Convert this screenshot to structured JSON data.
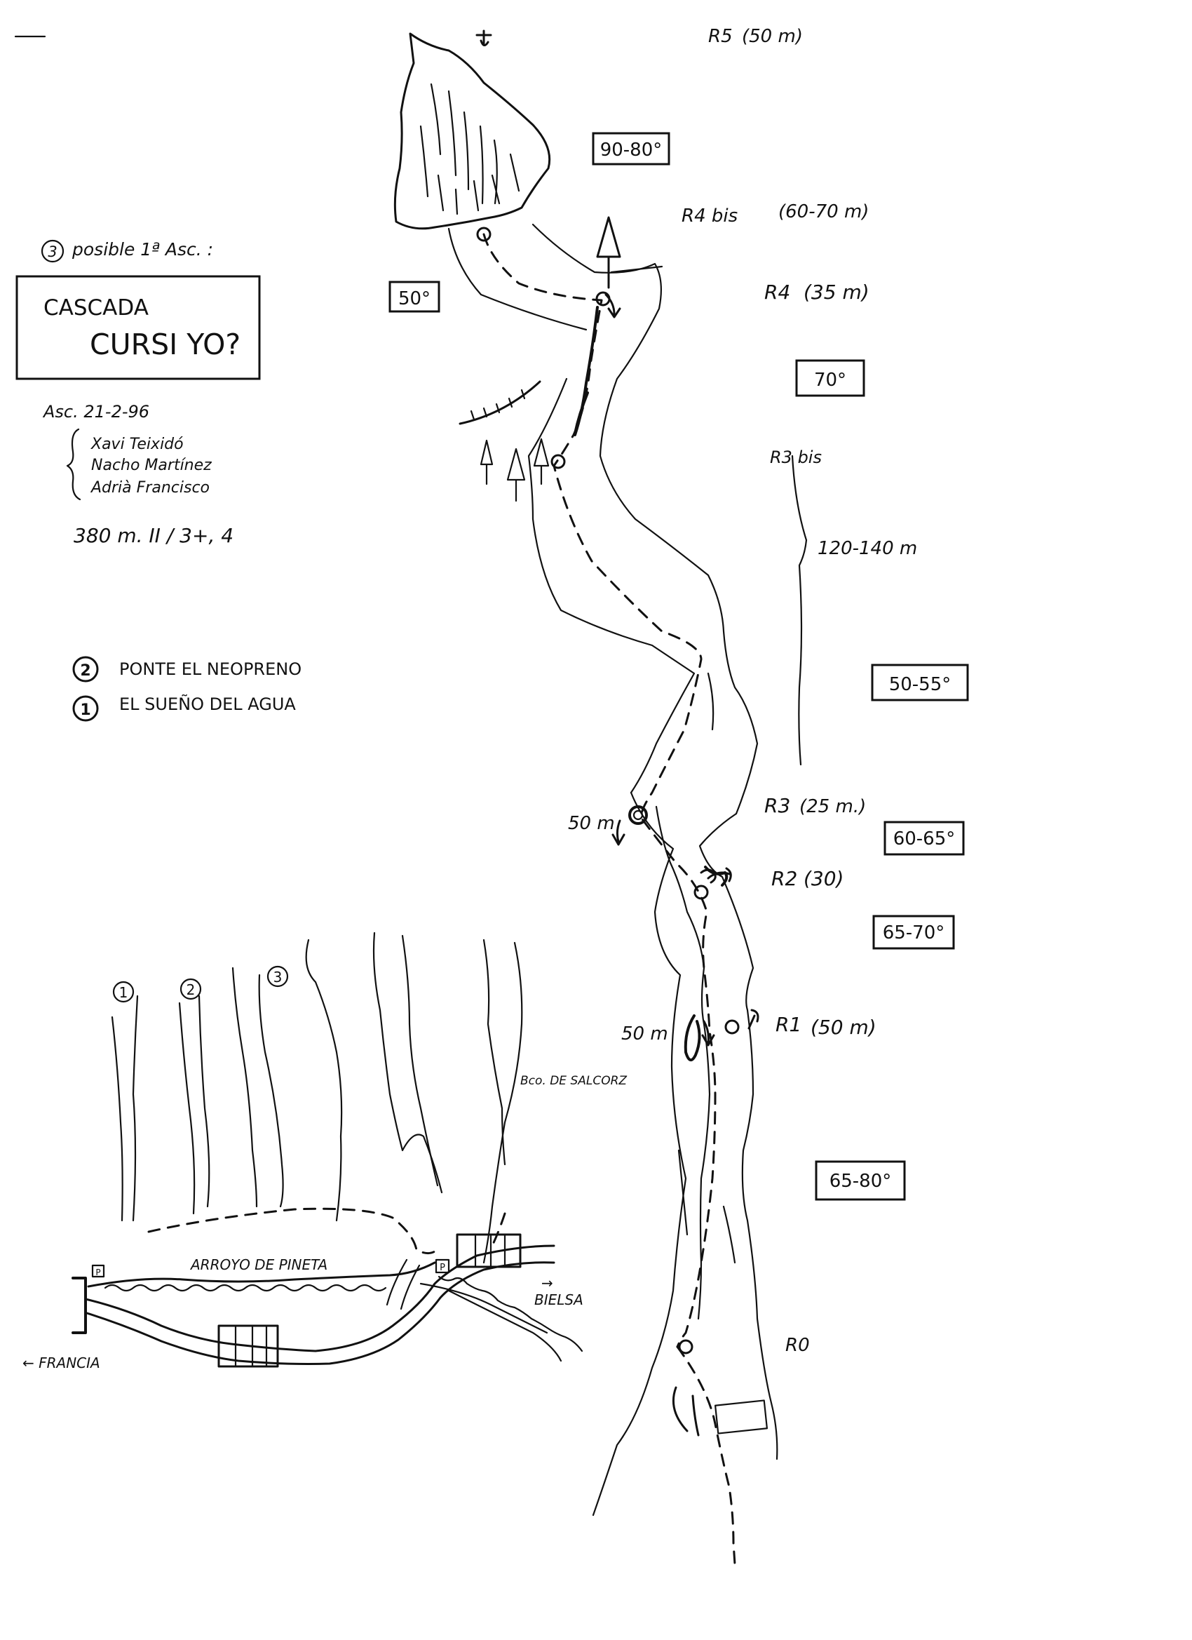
{
  "info": {
    "alt_routes_prefix": "3",
    "alt_routes_note": "posible 1ª Asc. :",
    "title_line1": "CASCADA",
    "title_line2": "CURSI YO?",
    "ascent_date": "Asc. 21-2-96",
    "climbers": [
      "Xavi Teixidó",
      "Nacho Martínez",
      "Adrià Francisco"
    ],
    "length_grade": "380 m.  II / 3+, 4"
  },
  "other_routes": [
    {
      "number": "2",
      "name": "PONTE EL NEOPRENO"
    },
    {
      "number": "1",
      "name": "EL SUEÑO DEL AGUA"
    }
  ],
  "belays": [
    {
      "name": "R5",
      "detail": "(50 m)"
    },
    {
      "name": "R4 bis",
      "detail": "(60-70 m)"
    },
    {
      "name": "R4",
      "detail": "(35 m)"
    },
    {
      "name": "R3 bis",
      "detail": ""
    },
    {
      "name": "R3",
      "detail": "(25 m.)"
    },
    {
      "name": "R2",
      "detail": "(30)"
    },
    {
      "name": "R1",
      "detail": "(50 m)"
    },
    {
      "name": "R0",
      "detail": ""
    }
  ],
  "pitch_length": "120-140 m",
  "angles": [
    "90-80°",
    "50°",
    "70°",
    "50-55°",
    "60-65°",
    "65-70°",
    "65-80°"
  ],
  "rappels": [
    "50 m",
    "50 m"
  ],
  "map": {
    "route_numbers": [
      "1",
      "2",
      "3"
    ],
    "forest": "Bco. DE SALCORZ",
    "stream": "ARROYO DE PINETA",
    "to_bielsa": "BIELSA",
    "to_francia": "← FRANCIA",
    "bielsa_arrow": "→",
    "parking_symbol": "P"
  },
  "icons": [
    "belay-ring-icon",
    "rappel-arrow-icon",
    "tree-icon",
    "piton-icon",
    "parking-icon"
  ]
}
